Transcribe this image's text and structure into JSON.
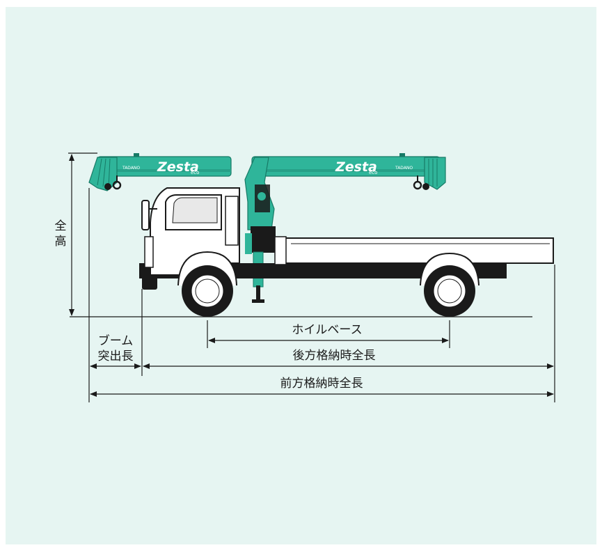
{
  "labels": {
    "overall_height": "全高",
    "overall_height_char1": "全",
    "overall_height_char2": "高",
    "boom_overhang_line1": "ブーム",
    "boom_overhang_line2": "突出長",
    "wheelbase": "ホイルベース",
    "rear_stowed_overall_length": "後方格納時全長",
    "front_stowed_overall_length": "前方格納時全長"
  },
  "branding": {
    "boom_logo": "Zesta",
    "boom_logo_sub": "eco",
    "maker": "TADANO"
  },
  "colors": {
    "crane": "#2fb59a",
    "crane_dark": "#177a66",
    "panel": "#e6f5f2",
    "line": "#1a1a1a"
  }
}
